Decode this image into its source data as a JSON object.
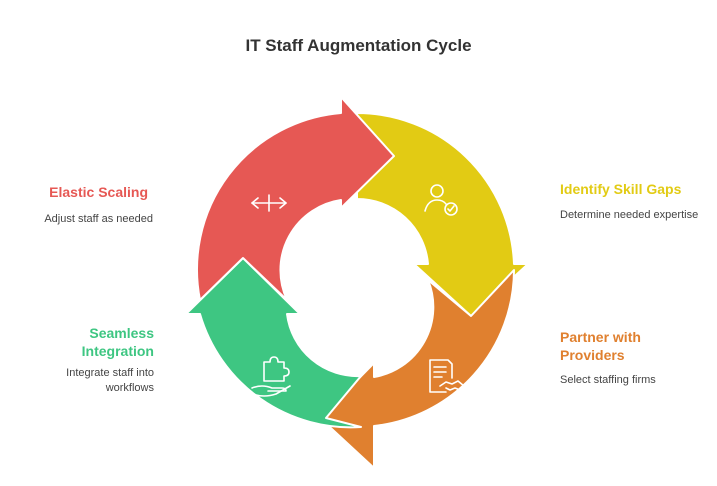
{
  "title": "IT Staff Augmentation Cycle",
  "colors": {
    "elastic": "#E65854",
    "identify": "#E2CB14",
    "partner": "#E0802F",
    "integration": "#3EC682"
  },
  "steps": {
    "elastic": {
      "label": "Elastic Scaling",
      "desc": "Adjust staff as needed",
      "icon": "horizontal-resize-icon"
    },
    "identify": {
      "label": "Identify Skill Gaps",
      "desc": "Determine needed expertise",
      "icon": "user-check-icon"
    },
    "partner": {
      "label_line1": "Partner with",
      "label_line2": "Providers",
      "desc": "Select staffing firms",
      "icon": "contract-handshake-icon"
    },
    "integration": {
      "label_line1": "Seamless",
      "label_line2": "Integration",
      "desc_line1": "Integrate staff into",
      "desc_line2": "workflows",
      "icon": "puzzle-hand-icon"
    }
  }
}
